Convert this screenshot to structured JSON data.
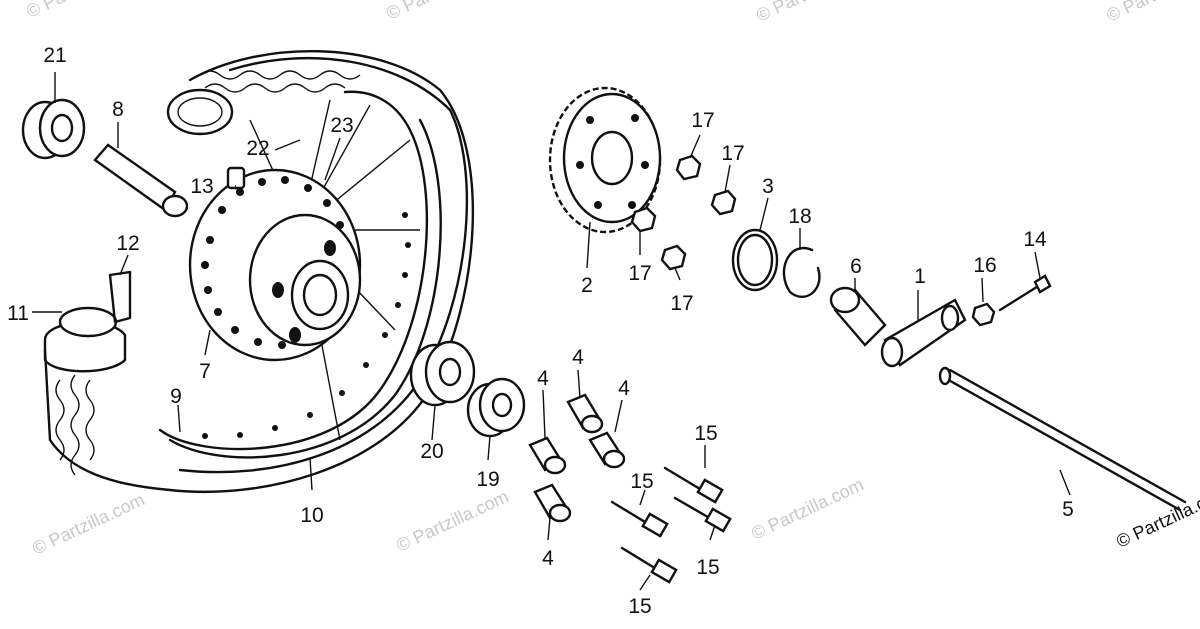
{
  "watermark": {
    "text": "© Partzilla.com"
  },
  "callouts": {
    "p1": "1",
    "p2": "2",
    "p3": "3",
    "p4_a": "4",
    "p4_b": "4",
    "p4_c": "4",
    "p4_d": "4",
    "p5": "5",
    "p6": "6",
    "p7": "7",
    "p8": "8",
    "p9": "9",
    "p10": "10",
    "p11": "11",
    "p12": "12",
    "p13": "13",
    "p14": "14",
    "p15_a": "15",
    "p15_b": "15",
    "p15_c": "15",
    "p15_d": "15",
    "p16": "16",
    "p17_a": "17",
    "p17_b": "17",
    "p17_c": "17",
    "p17_d": "17",
    "p18": "18",
    "p19": "19",
    "p20": "20",
    "p21": "21",
    "p22": "22",
    "p23": "23"
  }
}
